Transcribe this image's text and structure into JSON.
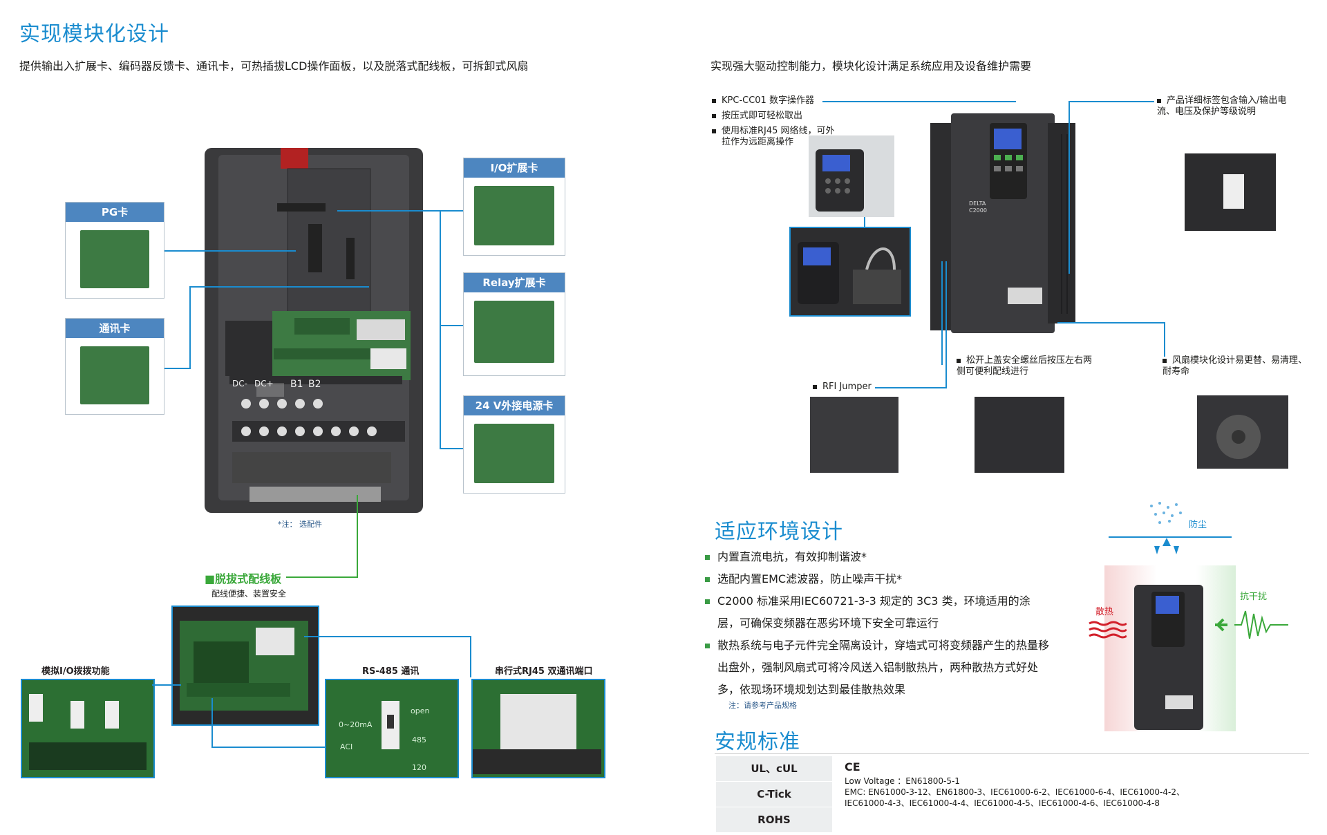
{
  "left": {
    "title": "实现模块化设计",
    "subtitle": "提供输出入扩展卡、编码器反馈卡、通讯卡，可热插拔LCD操作面板，以及脱落式配线板，可拆卸式风扇",
    "cards": {
      "pg": "PG卡",
      "comm": "通讯卡",
      "io": "I/O扩展卡",
      "relay": "Relay扩展卡",
      "power24": "24 V外接电源卡"
    },
    "terminal_labels": [
      "DC-",
      "DC+",
      "B1",
      "B2"
    ],
    "note": "*注： 选配件",
    "wiring_title": "脱拔式配线板",
    "wiring_sub": "配线便捷、装置安全",
    "detail_labels": {
      "analog_io": "模拟I/O拨拨功能",
      "rs485": "RS-485 通讯",
      "rj45": "串行式RJ45 双通讯端口"
    },
    "switch_labels": [
      "0~20mA",
      "ACI",
      "open",
      "485",
      "120"
    ]
  },
  "right": {
    "subtitle": "实现强大驱动控制能力，模块化设计满足系统应用及设备维护需要",
    "keypad_callout": [
      "KPC-CC01 数字操作器",
      "按压式即可轻松取出",
      "使用标准RJ45 网络线，可外拉作为远距离操作"
    ],
    "label_callout": "产品详细标签包含输入/输出电流、电压及保护等级说明",
    "screw_callout": "松开上盖安全螺丝后按压左右两侧可便利配线进行",
    "fan_callout": "风扇模块化设计易更替、易清理、耐寿命",
    "rfi_callout": "RFI Jumper",
    "brand": "DELTA",
    "model": "C2000",
    "env_title": "适应环境设计",
    "env_items": [
      "内置直流电抗，有效抑制谐波*",
      "选配内置EMC滤波器，防止噪声干扰*",
      "C2000 标准采用IEC60721-3-3 规定的 3C3 类，环境适用的涂层，可确保变频器在恶劣环境下安全可靠运行",
      "散热系统与电子元件完全隔离设计，穿墙式可将变频器产生的热量移出盘外，强制风扇式可将冷风送入铝制散热片，两种散热方式好处多，依现场环境规划达到最佳散热效果"
    ],
    "env_note": "注：请参考产品规格",
    "env_badges": {
      "dust": "防尘",
      "heat": "散热",
      "interference": "抗干扰"
    },
    "safety_title": "安规标准",
    "safety_left": [
      "UL、cUL",
      "C-Tick",
      "ROHS"
    ],
    "safety_ce": "CE",
    "safety_lines": [
      "Low Voltage ：EN61800-5-1",
      "EMC: EN61000-3-12、EN61800-3、IEC61000-6-2、IEC61000-6-4、IEC61000-4-2、",
      "IEC61000-4-3、IEC61000-4-4、IEC61000-4-5、IEC61000-4-6、IEC61000-4-8"
    ]
  },
  "colors": {
    "accent": "#1a8ccf",
    "label_bg": "#4d86c0",
    "green": "#3aa83a"
  }
}
